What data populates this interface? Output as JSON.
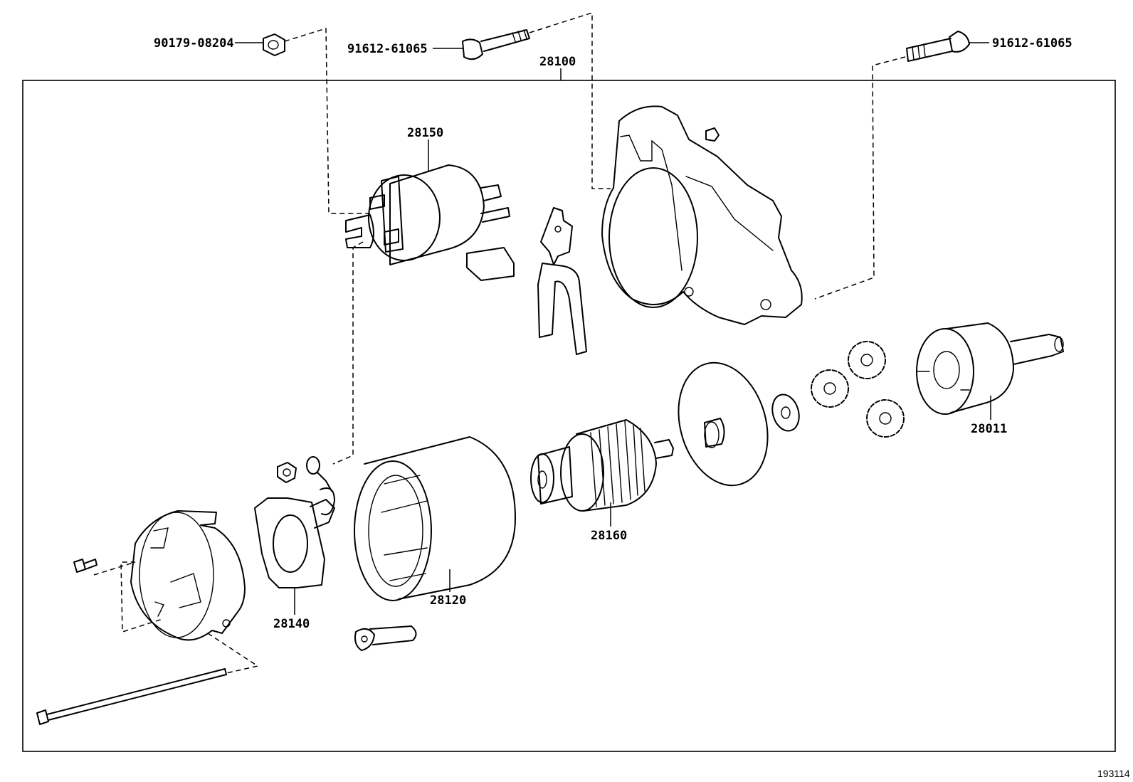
{
  "labels": {
    "nut_top": "90179-08204",
    "bolt_top": "91612-61065",
    "bolt_right": "91612-61065",
    "starter_assy": "28100",
    "solenoid": "28150",
    "clutch": "28011",
    "armature": "28160",
    "yoke": "28120",
    "brush_holder": "28140"
  },
  "figure_number": "193114"
}
